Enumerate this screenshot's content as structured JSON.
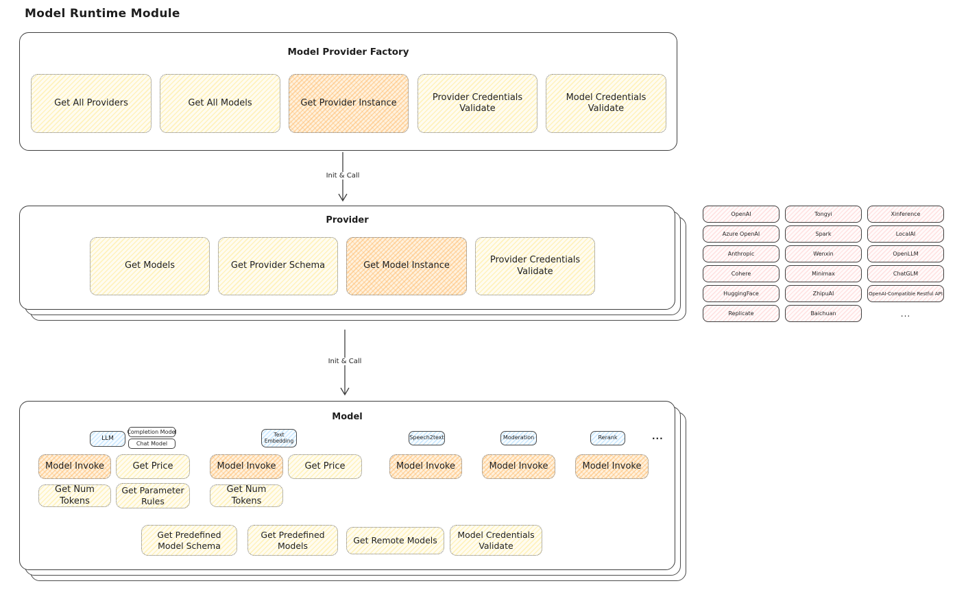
{
  "page_title": "Model Runtime Module",
  "colors": {
    "highlight_orange": "#ffc078",
    "yellow": "#ffec99",
    "pink": "#ffc9c9",
    "blue": "#a5d8ff",
    "stroke": "#3d3d3d"
  },
  "factory": {
    "title": "Model Provider Factory",
    "boxes": [
      "Get All Providers",
      "Get All Models",
      "Get Provider Instance",
      "Provider Credentials Validate",
      "Model Credentials Validate"
    ]
  },
  "arrows": {
    "factory_to_provider": "Init & Call",
    "provider_to_model": "Init & Call"
  },
  "provider": {
    "title": "Provider",
    "boxes": [
      "Get Models",
      "Get Provider Schema",
      "Get Model Instance",
      "Provider Credentials Validate"
    ]
  },
  "providers_grid": {
    "items": [
      "OpenAI",
      "Tongyi",
      "Xinference",
      "Azure OpenAI",
      "Spark",
      "LocalAI",
      "Anthropic",
      "Wenxin",
      "OpenLLM",
      "Cohere",
      "Minimax",
      "ChatGLM",
      "HuggingFace",
      "ZhipuAI",
      "OpenAI-Compatible Restful API",
      "Replicate",
      "Baichuan",
      "..."
    ]
  },
  "model": {
    "title": "Model",
    "badges": {
      "llm": "LLM",
      "completion": "Completion Model",
      "chat": "Chat Model",
      "text_embedding": "Text Embedding",
      "speech2text": "Speech2text",
      "moderation": "Moderation",
      "rerank": "Rerank",
      "more": "..."
    },
    "llm_boxes": [
      "Model Invoke",
      "Get Price",
      "Get Num Tokens",
      "Get Parameter Rules"
    ],
    "embedding_boxes": [
      "Model Invoke",
      "Get Price",
      "Get Num Tokens"
    ],
    "speech2text_boxes": [
      "Model Invoke"
    ],
    "moderation_boxes": [
      "Model Invoke"
    ],
    "rerank_boxes": [
      "Model Invoke"
    ],
    "bottom_boxes": [
      "Get Predefined Model Schema",
      "Get Predefined Models",
      "Get Remote Models",
      "Model Credentials Validate"
    ]
  }
}
